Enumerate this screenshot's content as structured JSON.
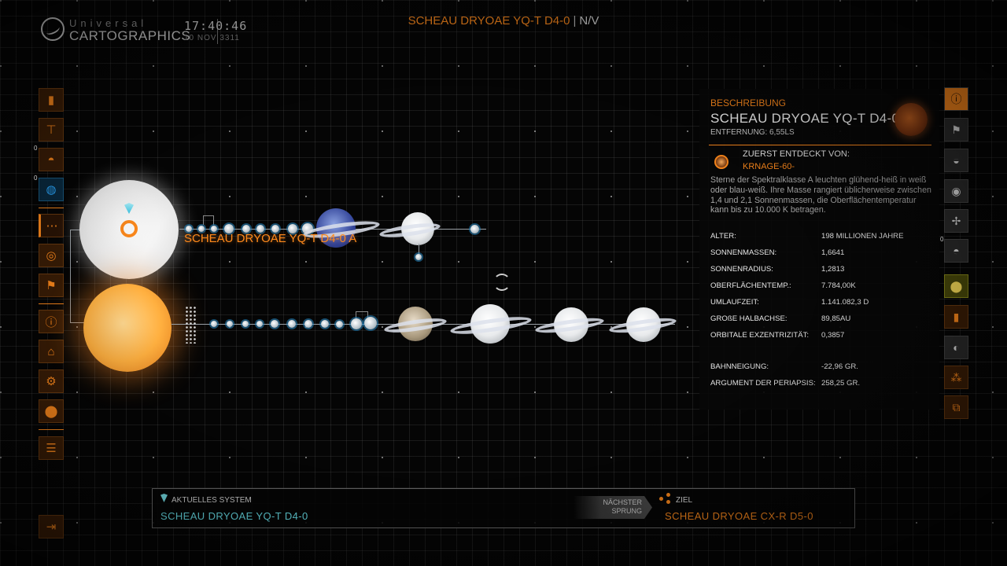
{
  "header": {
    "logo_top": "Universal",
    "logo_bottom": "CARTOGRAPHICS",
    "time": "17:40:46",
    "date": "10 NOV 3311",
    "system_title": "SCHEAU DRYOAE YQ-T D4-0",
    "separator": "|",
    "system_code": "N/V"
  },
  "left_sidebar": {
    "items": [
      {
        "name": "bookmarks-icon",
        "glyph": "▮"
      },
      {
        "name": "toolbox-icon",
        "glyph": "⊤"
      },
      {
        "name": "unexplored-body-icon",
        "glyph": "◓",
        "badge": "0"
      },
      {
        "name": "galaxy-map-icon",
        "glyph": "◍",
        "badge": "0"
      },
      {
        "name": "system-map-icon",
        "glyph": "⋯"
      },
      {
        "name": "orrery-icon",
        "glyph": "◎"
      },
      {
        "name": "planet-flag-icon",
        "glyph": "⚑"
      },
      {
        "name": "info-icon",
        "glyph": "ⓘ"
      },
      {
        "name": "station-icon",
        "glyph": "⌂"
      },
      {
        "name": "settings-icon",
        "glyph": "⚙"
      },
      {
        "name": "location-icon",
        "glyph": "⬤"
      },
      {
        "name": "list-icon",
        "glyph": "☰"
      }
    ],
    "exit_glyph": "⇥"
  },
  "right_sidebar": {
    "items": [
      {
        "name": "info-icon",
        "glyph": "ⓘ"
      },
      {
        "name": "flag-icon",
        "glyph": "⚑"
      },
      {
        "name": "planet-rings-icon",
        "glyph": "◒"
      },
      {
        "name": "sun-icon",
        "glyph": "◉"
      },
      {
        "name": "biology-icon",
        "glyph": "✢"
      },
      {
        "name": "unexplored-icon",
        "glyph": "◓",
        "badge": "0"
      },
      {
        "name": "waypoint-icon",
        "glyph": "⬤"
      },
      {
        "name": "bookmark-add-icon",
        "glyph": "▮"
      },
      {
        "name": "moon-icon",
        "glyph": "◐"
      },
      {
        "name": "network-icon",
        "glyph": "⁂"
      },
      {
        "name": "grid-icon",
        "glyph": "⧉"
      }
    ]
  },
  "map": {
    "star_label": "SCHEAU DRYOAE YQ-T D4-0 A"
  },
  "panel": {
    "heading": "BESCHREIBUNG",
    "name": "SCHEAU DRYOAE YQ-T D4-0 A",
    "distance": "ENTFERNUNG: 6,55LS",
    "discovered_label": "ZUERST ENTDECKT VON:",
    "discovered_by": "KRNAGE-60-",
    "description": "Sterne der Spektralklasse A leuchten glühend-heiß in weiß oder blau-weiß. Ihre Masse rangiert üblicherweise zwischen 1,4 und 2,1 Sonnenmassen, die Oberflächentemperatur kann bis zu 10.000 K betragen.",
    "stats": [
      {
        "label": "ALTER:",
        "value": "198 MILLIONEN JAHRE"
      },
      {
        "label": "SONNENMASSEN:",
        "value": "1,6641"
      },
      {
        "label": "SONNENRADIUS:",
        "value": "1,2813"
      },
      {
        "label": "OBERFLÄCHENTEMP.:",
        "value": "7.784,00K"
      },
      {
        "label": "UMLAUFZEIT:",
        "value": "1.141.082,3 D"
      },
      {
        "label": "GROßE HALBACHSE:",
        "value": "89,85AU"
      },
      {
        "label": "ORBITALE EXZENTRIZITÄT:",
        "value": "0,3857"
      },
      {
        "label": "BAHNNEIGUNG:",
        "value": "-22,96 GR."
      },
      {
        "label": "ARGUMENT DER PERIAPSIS:",
        "value": "258,25 GR."
      }
    ]
  },
  "bottom": {
    "current_label": "AKTUELLES SYSTEM",
    "current_name": "SCHEAU DRYOAE YQ-T D4-0",
    "next_jump": "NÄCHSTER SPRUNG",
    "target_label": "ZIEL",
    "target_name": "SCHEAU DRYOAE CX-R D5-0"
  },
  "colors": {
    "accent": "#ff8a1c",
    "current_system": "#6ae4ee",
    "panel_bg": "#080808"
  }
}
